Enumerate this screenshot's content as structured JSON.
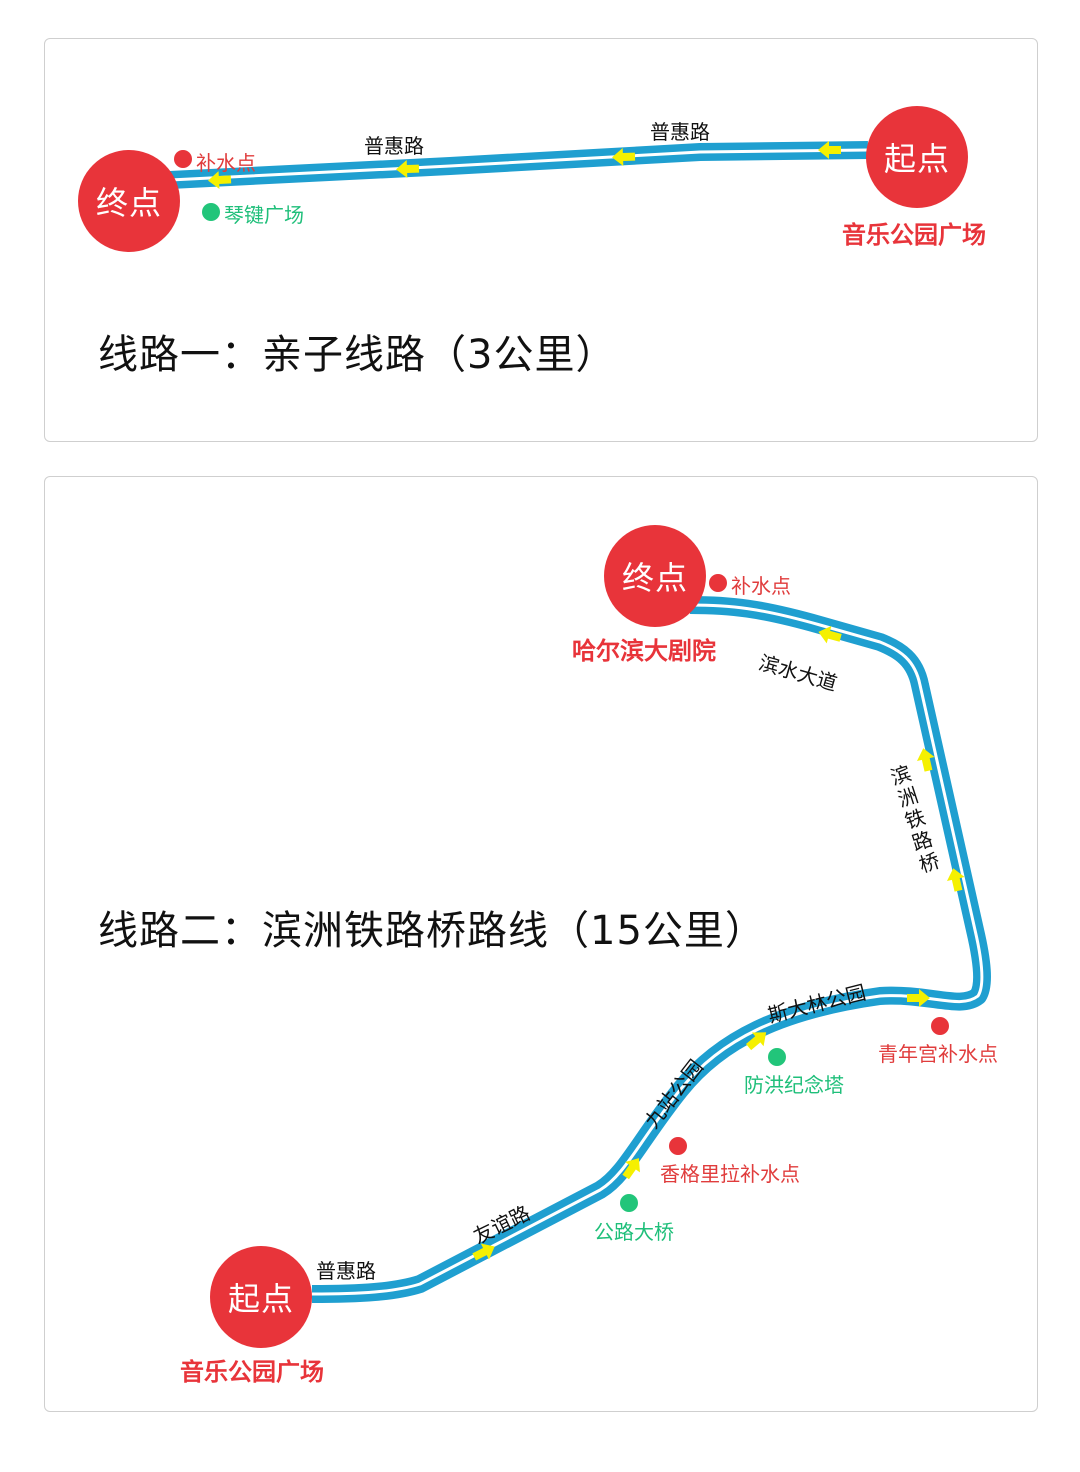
{
  "colors": {
    "route_outer": "#1f9fd0",
    "route_inner": "#ffffff",
    "arrow": "#f5f000",
    "circle": "#e8343a",
    "supply_dot": "#e8343a",
    "landmark_dot": "#22c57a",
    "supply_text": "#e03c3c",
    "landmark_text": "#1fbf7a"
  },
  "route1": {
    "title": "线路一：亲子线路（3公里）",
    "start": {
      "circle_label": "起点",
      "place": "音乐公园广场"
    },
    "end": {
      "circle_label": "终点"
    },
    "water_point": "补水点",
    "landmark": "琴键广场",
    "roads": [
      "普惠路",
      "普惠路"
    ]
  },
  "route2": {
    "title": "线路二：滨洲铁路桥路线（15公里）",
    "start": {
      "circle_label": "起点",
      "place": "音乐公园广场"
    },
    "end": {
      "circle_label": "终点",
      "place": "哈尔滨大剧院"
    },
    "water_point_end": "补水点",
    "roads": [
      "普惠路",
      "友谊路",
      "九站公园",
      "斯大林公园",
      "滨洲铁路桥",
      "滨水大道"
    ],
    "landmarks": [
      "公路大桥",
      "防洪纪念塔"
    ],
    "water_points": [
      "香格里拉补水点",
      "青年宫补水点"
    ]
  }
}
